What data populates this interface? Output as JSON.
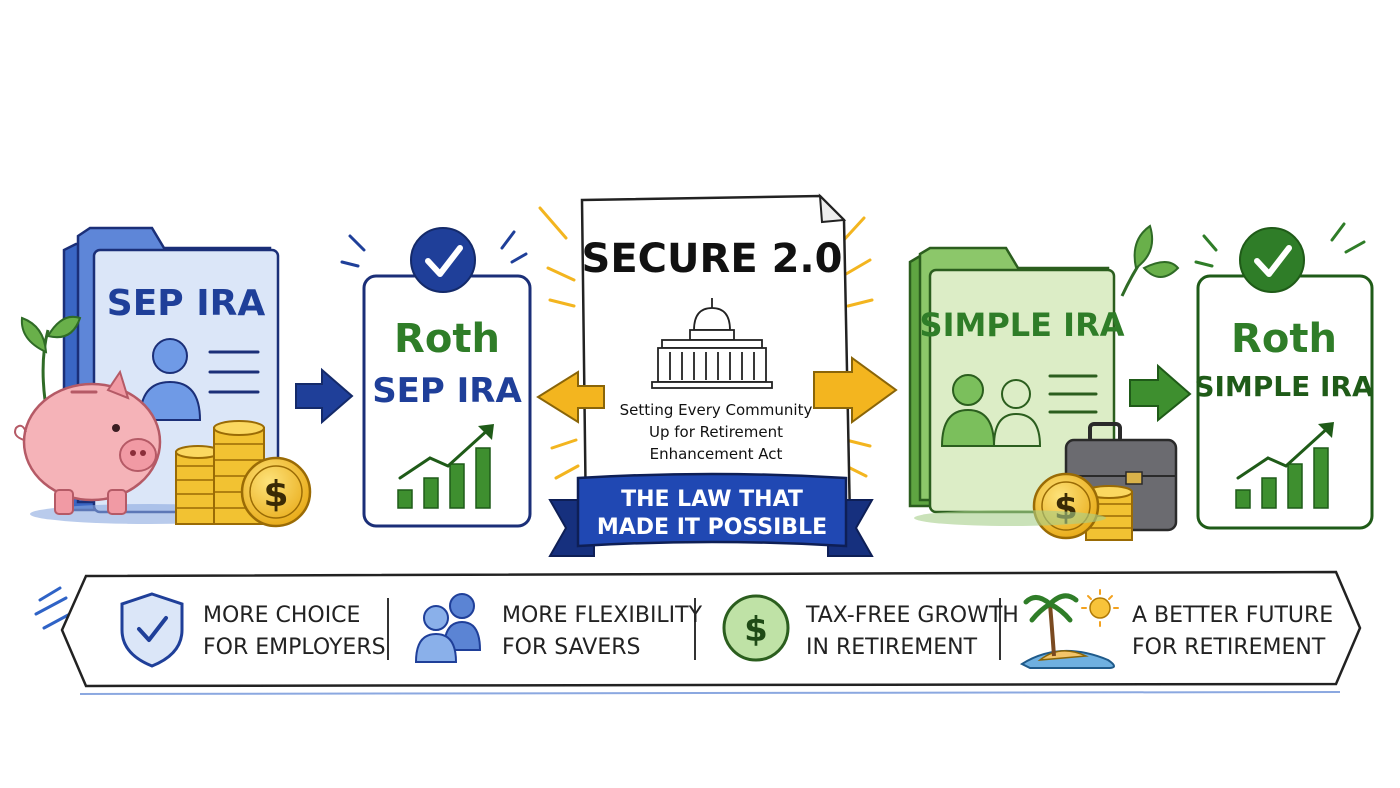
{
  "sep_ira": {
    "title": "SEP IRA"
  },
  "roth_sep_ira": {
    "line1": "Roth",
    "line2": "SEP IRA"
  },
  "secure": {
    "title": "SECURE 2.0",
    "sub1": "Setting Every Community",
    "sub2": "Up for Retirement",
    "sub3": "Enhancement Act",
    "ribbon1": "THE LAW THAT",
    "ribbon2": "MADE IT POSSIBLE"
  },
  "simple_ira": {
    "title": "SIMPLE IRA"
  },
  "roth_simple_ira": {
    "line1": "Roth",
    "line2": "SIMPLE IRA"
  },
  "benefits": [
    {
      "line1": "MORE CHOICE",
      "line2": "FOR EMPLOYERS",
      "icon": "shield-check-icon"
    },
    {
      "line1": "MORE FLEXIBILITY",
      "line2": "FOR SAVERS",
      "icon": "people-icon"
    },
    {
      "line1": "TAX-FREE GROWTH",
      "line2": "IN RETIREMENT",
      "icon": "dollar-coin-icon"
    },
    {
      "line1": "A BETTER FUTURE",
      "line2": "FOR RETIREMENT",
      "icon": "palm-island-icon"
    }
  ],
  "colors": {
    "blue": "#1f3f99",
    "green": "#2f7d28",
    "yellow": "#f3b51f",
    "light_blue": "#dbe6f8",
    "light_green": "#dcedc6",
    "pink": "#f5b3b8",
    "gold": "#f2c232"
  }
}
